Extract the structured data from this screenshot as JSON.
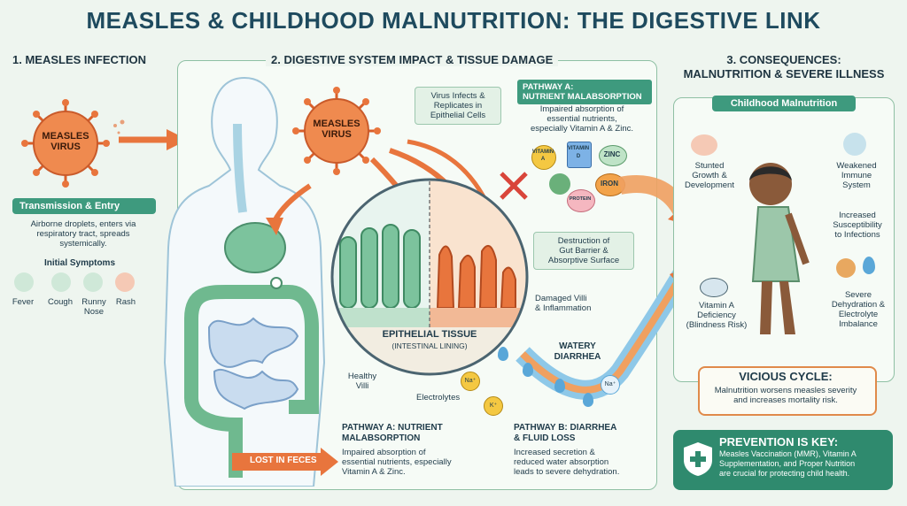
{
  "title": "MEASLES & CHILDHOOD MALNUTRITION: THE DIGESTIVE LINK",
  "section1": {
    "heading": "1. MEASLES INFECTION",
    "virus_label": "MEASLES\nVIRUS",
    "transmission_title": "Transmission & Entry",
    "transmission_text": "Airborne droplets, enters via respiratory tract, spreads systemically.",
    "symptoms_title": "Initial Symptoms",
    "symptoms": [
      "Fever",
      "Cough",
      "Runny\nNose",
      "Rash"
    ]
  },
  "section2": {
    "heading": "2. DIGESTIVE SYSTEM IMPACT & TISSUE DAMAGE",
    "virus_label": "MEASLES\nVIRUS",
    "virus_infects": "Virus Infects &\nReplicates in\nEpithelial Cells",
    "tissue_title": "EPITHELIAL TISSUE",
    "tissue_sub": "(INTESTINAL LINING)",
    "healthy_villi": "Healthy\nVilli",
    "destruction": "Destruction of\nGut Barrier &\nAbsorptive Surface",
    "damaged_villi": "Damaged Villi\n& Inflammation",
    "pathway_a_header": "PATHWAY A:\nNUTRIENT MALABSORPTION",
    "pathway_a_top_text": "Impaired absorption of\nessential nutrients,\nespecially Vitamin A & Zinc.",
    "nutrients": {
      "vitamin_a": "VITAMIN\nA",
      "vitamin_d": "VITAMIN\nD",
      "zinc": "ZINC",
      "iron": "IRON",
      "protein": "PROTEIN"
    },
    "watery_diarrhea": "WATERY\nDIARRHEA",
    "electrolytes": "Electrolytes",
    "ions": {
      "na": "Na⁺",
      "k": "K⁺",
      "na2": "Na⁺"
    },
    "lost_in_feces": "LOST IN FECES",
    "pathway_a_bottom_title": "PATHWAY A: NUTRIENT\nMALABSORPTION",
    "pathway_a_bottom_text": "Impaired absorption of\nessential nutrients, especially\nVitamin A & Zinc.",
    "pathway_b_title": "PATHWAY B: DIARRHEA\n& FLUID LOSS",
    "pathway_b_text": "Increased secretion &\nreduced water absorption\nleads to severe dehydration."
  },
  "section3": {
    "heading": "3. CONSEQUENCES:\nMALNUTRITION & SEVERE ILLNESS",
    "malnutrition_label": "Childhood Malnutrition",
    "stunted": "Stunted\nGrowth &\nDevelopment",
    "weakened": "Weakened\nImmune\nSystem",
    "susceptibility": "Increased\nSusceptibility\nto Infections",
    "vitamin_a_def": "Vitamin A\nDeficiency\n(Blindness Risk)",
    "dehydration": "Severe\nDehydration &\nElectrolyte\nImbalance",
    "vicious_title": "VICIOUS CYCLE:",
    "vicious_text": "Malnutrition worsens measles severity\nand increases mortality risk.",
    "prevention_title": "PREVENTION IS KEY:",
    "prevention_text": "Measles Vaccination (MMR), Vitamin A\nSupplementation, and Proper Nutrition\nare crucial for protecting child health."
  },
  "colors": {
    "teal": "#3e9a7e",
    "orange": "#e8753d",
    "blue": "#5aa7d8",
    "virus": "#e8753d"
  }
}
